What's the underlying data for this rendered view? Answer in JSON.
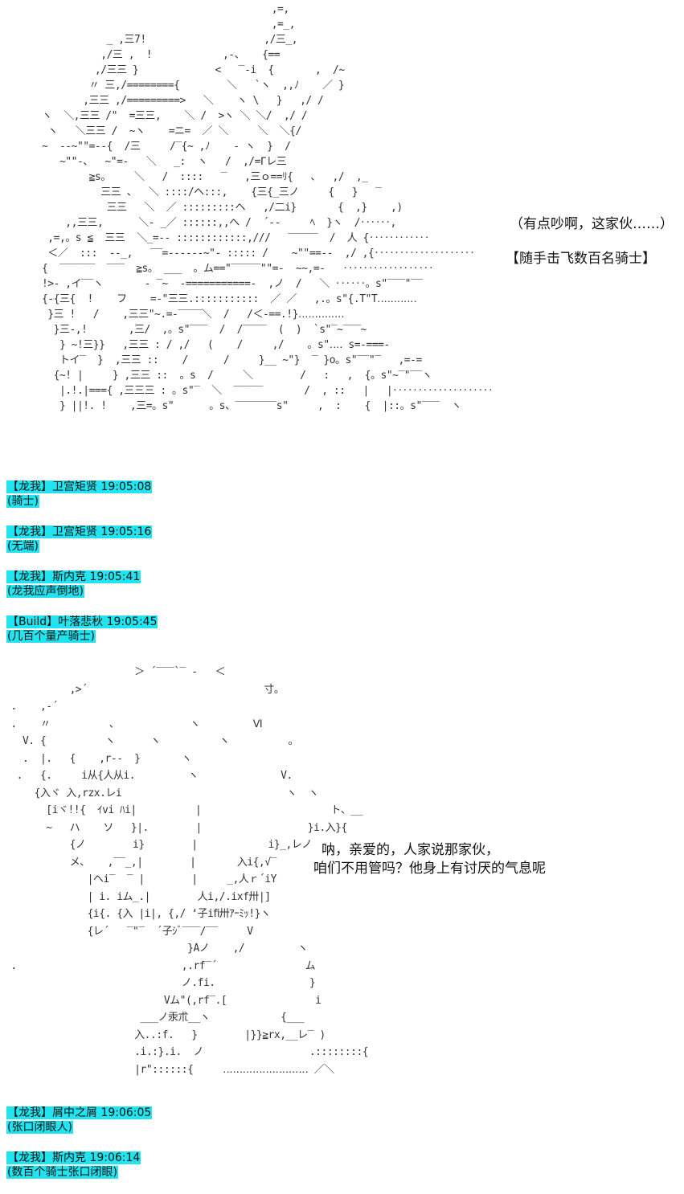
{
  "scene1": {
    "dialog_1": "（有点吵啊，这家伙……）",
    "dialog_2": "【随手击飞数百名骑士】"
  },
  "chat_block_1": [
    {
      "header": "【龙我】卫宫矩贤 19:05:08",
      "message": "(骑士)"
    },
    {
      "header": "【龙我】卫宫矩贤 19:05:16",
      "message": "(无端)"
    },
    {
      "header": "【龙我】斯内克 19:05:41",
      "message": "(龙我应声倒地)"
    },
    {
      "header": "【Build】叶落悲秋 19:05:45",
      "message": "(几百个量产骑士)"
    }
  ],
  "scene2": {
    "dialog_1": "呐，亲爱的，人家说那家伙，",
    "dialog_2": "咱们不用管吗？他身上有讨厌的气息呢"
  },
  "chat_block_2": [
    {
      "header": "【龙我】屑中之屑 19:06:05",
      "message": "(张口闭眼人)"
    },
    {
      "header": "【龙我】斯内克 19:06:14",
      "message": "(数百个骑士张口闭眼)"
    }
  ]
}
